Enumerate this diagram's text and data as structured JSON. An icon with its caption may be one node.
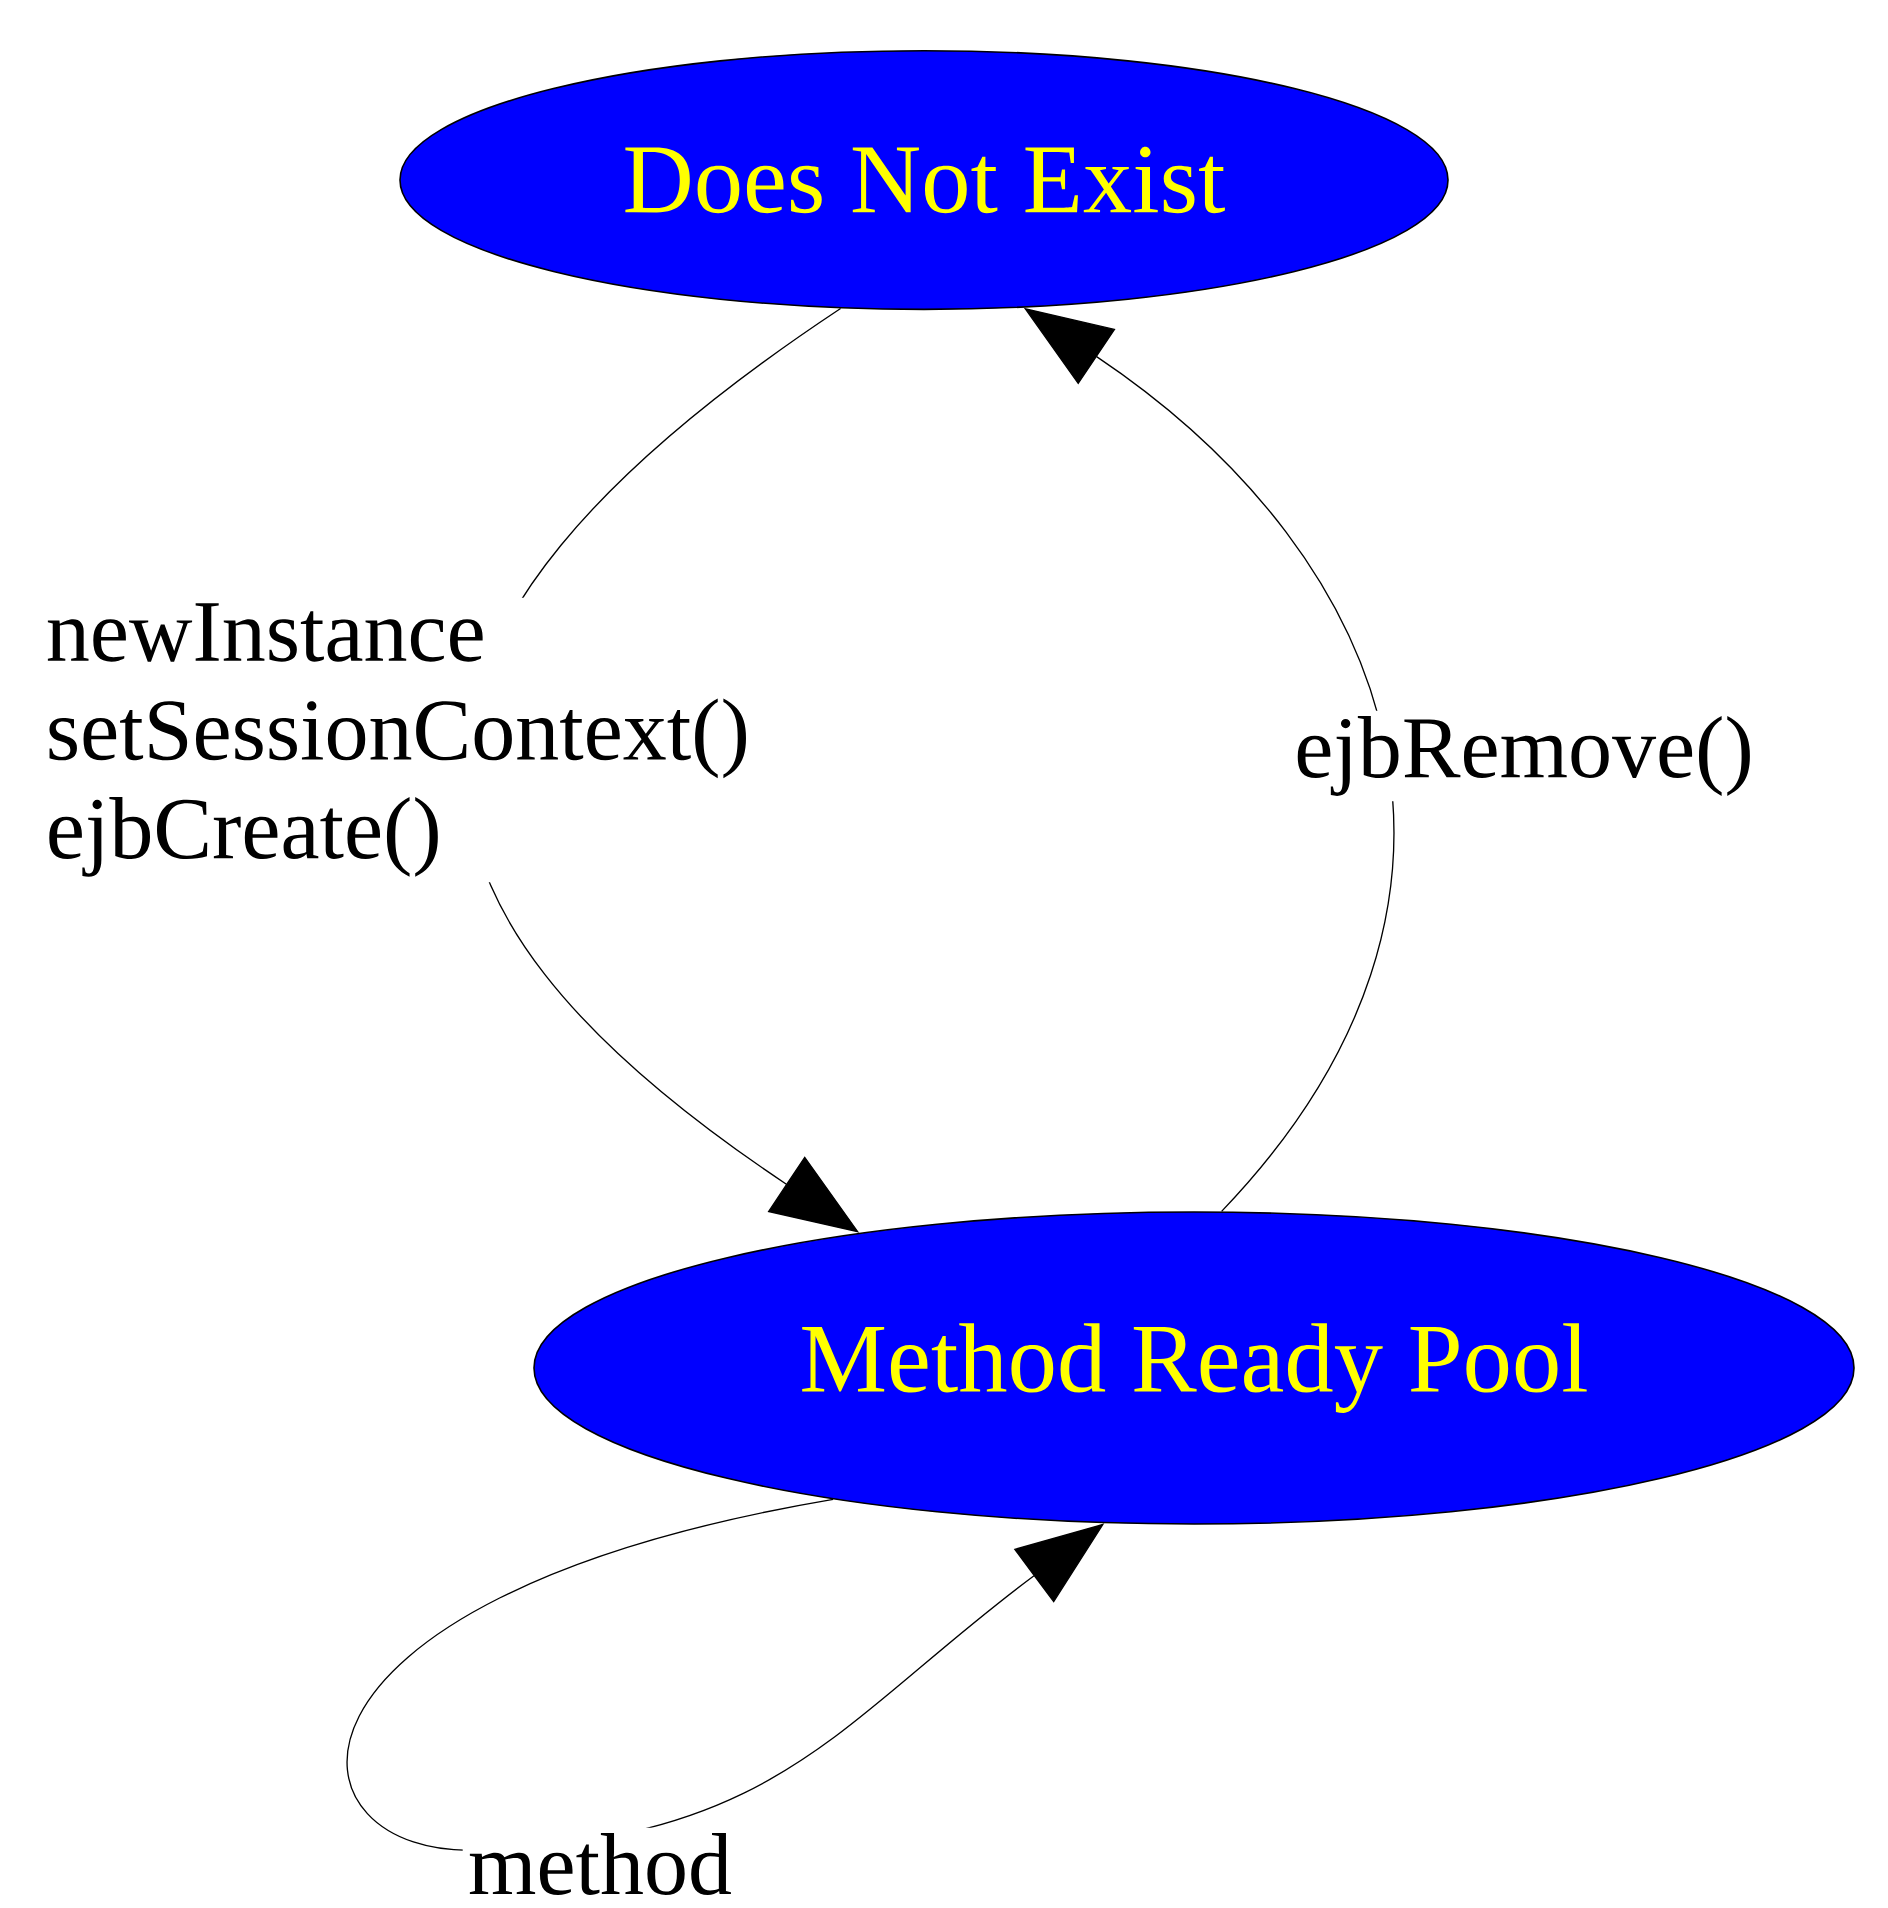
{
  "diagram": {
    "nodes": [
      {
        "text": [
          "Does Not Exist"
        ]
      },
      {
        "text": [
          "Method Ready Pool"
        ]
      }
    ],
    "edges": [
      {
        "from": 0,
        "to": 1,
        "arrow": "to",
        "label": "newInstance setSessionContext() ejbCreate()"
      },
      {
        "from": 1,
        "to": 0,
        "arrow": "to",
        "label": "ejbRemove()"
      },
      {
        "from": 1,
        "to": 1,
        "arrow": "to",
        "label": "method"
      }
    ]
  }
}
